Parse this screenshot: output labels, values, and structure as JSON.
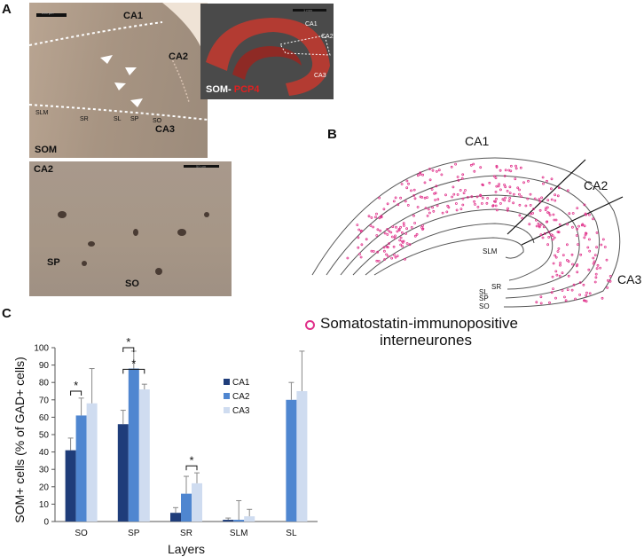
{
  "panels": {
    "a": {
      "letter": "A",
      "top_labels": {
        "ca1": "CA1",
        "ca2": "CA2",
        "ca3": "CA3",
        "som": "SOM",
        "slm": "SLM",
        "sr": "SR",
        "sl": "SL",
        "sp": "SP",
        "so": "SO"
      },
      "top_scale": "200 µm",
      "inset_labels": {
        "ca1": "CA1",
        "ca2": "CA2",
        "ca3": "CA3",
        "prefix": "SOM- ",
        "marker": "PCP4"
      },
      "inset_scale": "1 mm",
      "bottom_labels": {
        "ca2": "CA2",
        "sp": "SP",
        "so": "SO"
      },
      "bottom_scale": "50 µm",
      "marker_color": "#e02020"
    },
    "b": {
      "letter": "B",
      "labels": {
        "ca1": "CA1",
        "ca2": "CA2",
        "ca3": "CA3",
        "slm": "SLM",
        "sr": "SR",
        "sl": "SL",
        "sp": "SP",
        "so": "SO"
      },
      "legend_line1": "Somatostatin-immunopositive",
      "legend_line2": "interneurones",
      "dot_color": "#e0308a"
    },
    "c": {
      "letter": "C"
    }
  },
  "chart_data": {
    "type": "bar",
    "categories": [
      "SO",
      "SP",
      "SR",
      "SLM",
      "SL"
    ],
    "series": [
      {
        "name": "CA1",
        "color": "#1f3d7a",
        "values": [
          41,
          56,
          5,
          1,
          null
        ],
        "err": [
          7,
          8,
          3,
          1,
          null
        ]
      },
      {
        "name": "CA2",
        "color": "#4f86d0",
        "values": [
          61,
          88,
          16,
          1,
          70
        ],
        "err": [
          10,
          10,
          10,
          11,
          10
        ]
      },
      {
        "name": "CA3",
        "color": "#cfdcf0",
        "values": [
          68,
          76,
          22,
          3,
          75
        ],
        "err": [
          20,
          3,
          6,
          4,
          23
        ]
      }
    ],
    "xlabel": "Layers",
    "ylabel": "SOM+ cells (% of GAD+ cells)",
    "ylim": [
      0,
      100
    ],
    "yticks": [
      "0",
      "10",
      "20",
      "30",
      "40",
      "50",
      "60",
      "70",
      "80",
      "90",
      "100"
    ],
    "significance": [
      {
        "category": "SO",
        "from": "CA1",
        "to": "CA2",
        "label": "*"
      },
      {
        "category": "SP",
        "from": "CA1",
        "to": "CA2",
        "label": "*"
      },
      {
        "category": "SP",
        "from": "CA1",
        "to": "CA3",
        "label": "*"
      },
      {
        "category": "SR",
        "from": "CA2",
        "to": "CA3",
        "label": "*"
      }
    ],
    "legend_position": "top-right"
  }
}
